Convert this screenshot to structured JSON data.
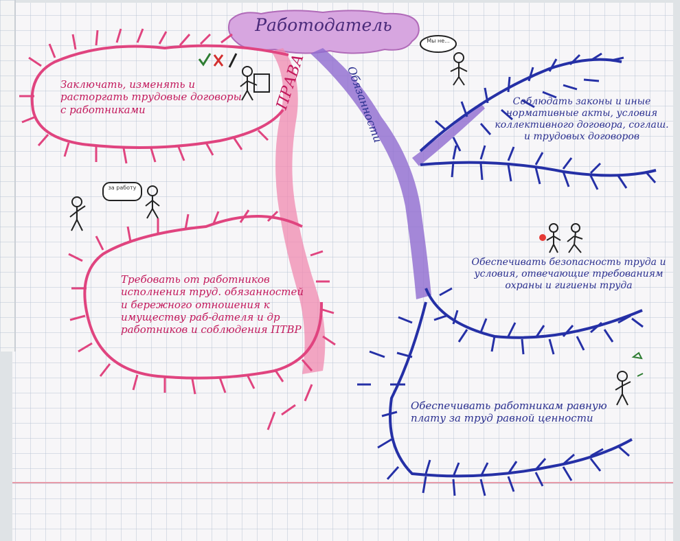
{
  "title": "Работодатель",
  "labels": {
    "rights": "ПРАВА",
    "obligations": "Обязанности"
  },
  "bubbles": {
    "top_right": "Мы не...",
    "pink_middle": "за работу"
  },
  "rights": [
    "Заключать, изменять и расторгать трудовые договоры с работниками",
    "Требовать от работников исполнения труд. обязанностей и бережного отношения к имуществу раб-дателя и др работников и соблюдения ПТВР"
  ],
  "obligations": [
    "Соблюдать законы и иные нормативные акты, условия коллективного договора, соглаш. и трудовых договоров",
    "Обеспечивать безопасность труда и условия, отвечающие требованиям охраны и гигиены труда",
    "Обеспечивать работникам равную плату за труд равной ценности"
  ],
  "colors": {
    "rights": "#e0447f",
    "obligations": "#2530a6",
    "trunk_purple": "#8f6ccf",
    "canopy": "#d7a6e0",
    "grid": "#b8c4d4"
  }
}
